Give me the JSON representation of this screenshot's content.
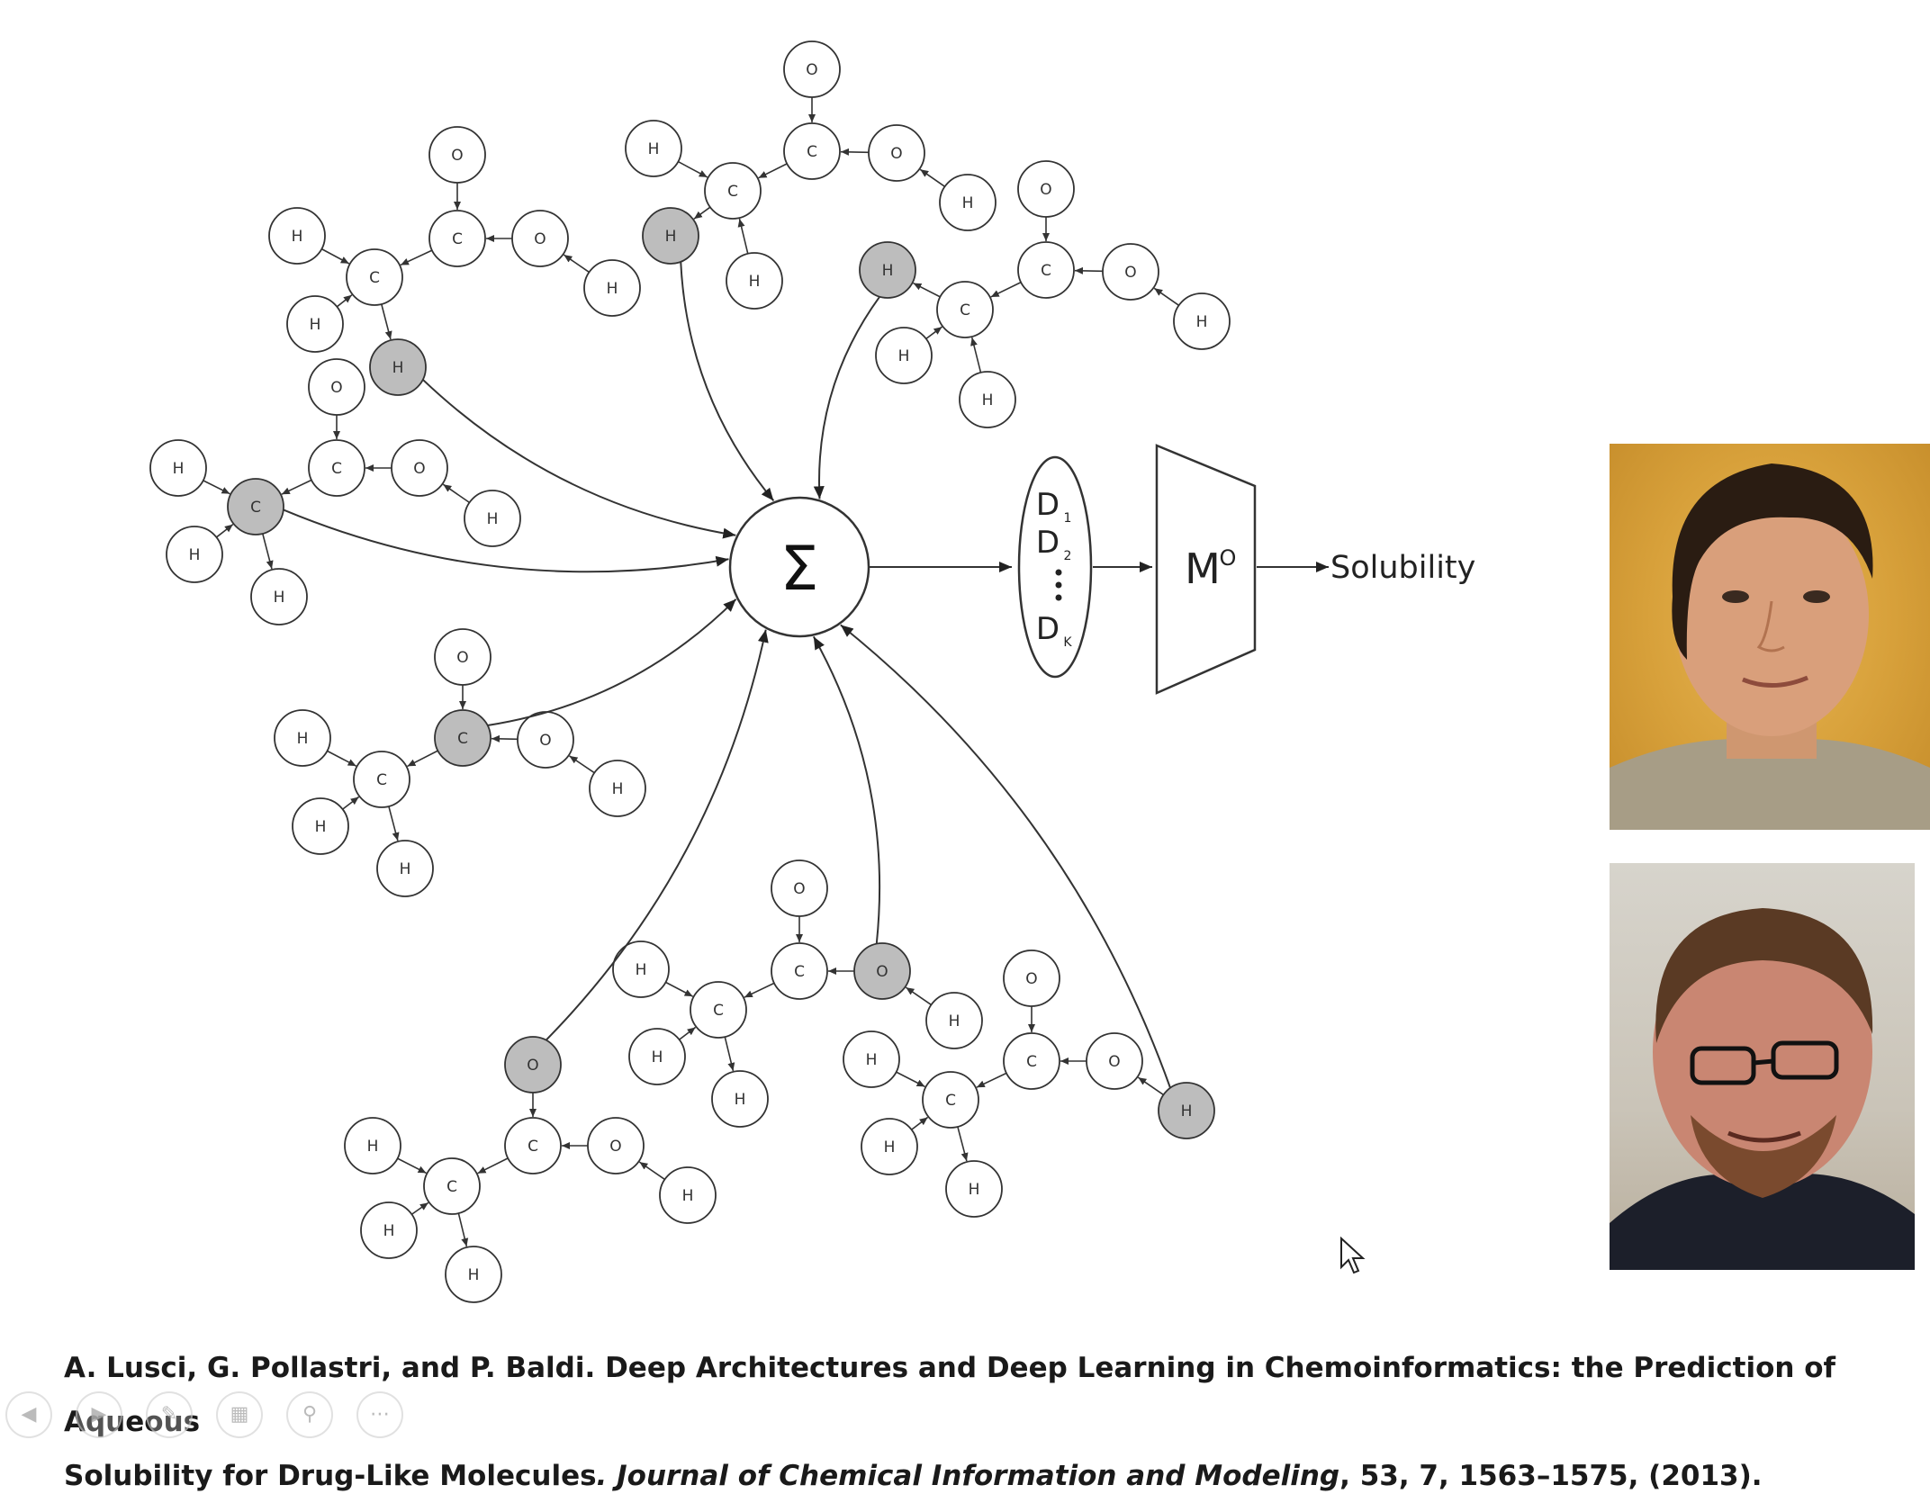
{
  "diagram": {
    "sum_symbol": "Σ",
    "descriptor_labels": [
      "D",
      "D",
      "D"
    ],
    "descriptor_subscripts": [
      "1",
      "2",
      "K"
    ],
    "model_label": "M",
    "model_superscript": "O",
    "output_label": "Solubility",
    "colors": {
      "stroke": "#333333",
      "highlight_fill": "#bdbdbd",
      "node_fill": "#ffffff"
    },
    "graphs": [
      {
        "nodes": [
          {
            "label": "O"
          },
          {
            "label": "C"
          },
          {
            "label": "O"
          },
          {
            "label": "H"
          },
          {
            "label": "C"
          },
          {
            "label": "H"
          },
          {
            "label": "H"
          },
          {
            "label": "H",
            "highlight": true
          }
        ]
      },
      {
        "nodes": [
          {
            "label": "O"
          },
          {
            "label": "C"
          },
          {
            "label": "O"
          },
          {
            "label": "H"
          },
          {
            "label": "C"
          },
          {
            "label": "H"
          },
          {
            "label": "H"
          },
          {
            "label": "H",
            "highlight": true
          }
        ]
      },
      {
        "nodes": [
          {
            "label": "O"
          },
          {
            "label": "C"
          },
          {
            "label": "O"
          },
          {
            "label": "H"
          },
          {
            "label": "C"
          },
          {
            "label": "H"
          },
          {
            "label": "H"
          },
          {
            "label": "H",
            "highlight": true
          }
        ]
      },
      {
        "nodes": [
          {
            "label": "O"
          },
          {
            "label": "C"
          },
          {
            "label": "O"
          },
          {
            "label": "H"
          },
          {
            "label": "C",
            "highlight": true
          },
          {
            "label": "H"
          },
          {
            "label": "H"
          },
          {
            "label": "H"
          }
        ]
      },
      {
        "nodes": [
          {
            "label": "O"
          },
          {
            "label": "C",
            "highlight": true
          },
          {
            "label": "O"
          },
          {
            "label": "H"
          },
          {
            "label": "C"
          },
          {
            "label": "H"
          },
          {
            "label": "H"
          },
          {
            "label": "H"
          }
        ]
      },
      {
        "nodes": [
          {
            "label": "O"
          },
          {
            "label": "C"
          },
          {
            "label": "O",
            "highlight": true
          },
          {
            "label": "H"
          },
          {
            "label": "C"
          },
          {
            "label": "H"
          },
          {
            "label": "H"
          },
          {
            "label": "H"
          }
        ]
      },
      {
        "nodes": [
          {
            "label": "O",
            "highlight": true
          },
          {
            "label": "C"
          },
          {
            "label": "O"
          },
          {
            "label": "H"
          },
          {
            "label": "C"
          },
          {
            "label": "H"
          },
          {
            "label": "H"
          },
          {
            "label": "H"
          }
        ]
      },
      {
        "nodes": [
          {
            "label": "O"
          },
          {
            "label": "C"
          },
          {
            "label": "O"
          },
          {
            "label": "H",
            "highlight": true
          },
          {
            "label": "C"
          },
          {
            "label": "H"
          },
          {
            "label": "H"
          },
          {
            "label": "H"
          }
        ]
      }
    ]
  },
  "citation": {
    "line1": "A. Lusci, G. Pollastri, and P. Baldi. Deep Architectures and Deep Learning in Chemoinformatics: the Prediction of Aqueous",
    "line2_start": "Solubility for Drug-Like Molecules",
    "line2_journal": ". Journal of Chemical Information and  Modeling",
    "line2_end": ", 53, 7,  1563–1575,  (2013)."
  },
  "photos": [
    {
      "name": "author-photo-1",
      "colors": {
        "background": "#d9a240",
        "skin": "#d79e7a",
        "hair": "#2a1c12",
        "shirt": "#a79d86"
      }
    },
    {
      "name": "author-photo-2",
      "colors": {
        "background": "#cfcbc2",
        "skin": "#c98672",
        "hair": "#5a3a24",
        "shirt": "#1c1f2a"
      }
    }
  ],
  "nav_icons": [
    "previous-icon",
    "next-icon",
    "pen-icon",
    "slides-icon",
    "zoom-icon",
    "more-icon"
  ]
}
